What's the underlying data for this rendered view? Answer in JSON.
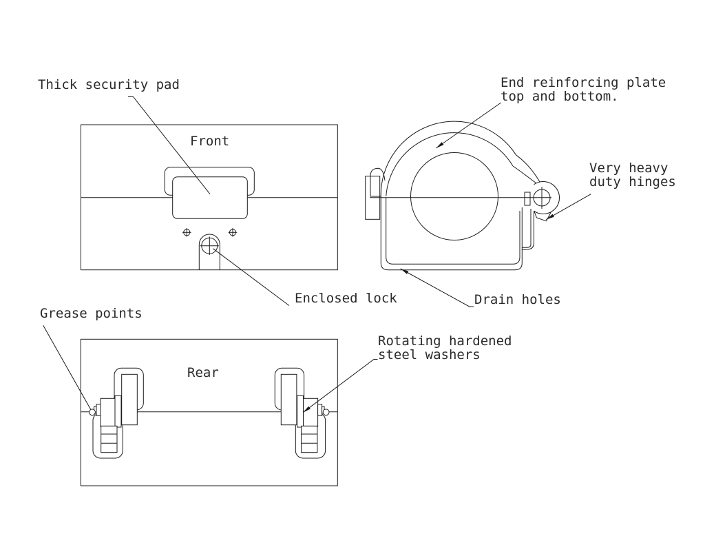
{
  "page": {
    "type": "technical-line-drawing",
    "subject": "security lock device - three orthographic views",
    "colors": {
      "background": "#ffffff",
      "line": "#1c1c1c",
      "text": "#2a2a2a"
    }
  },
  "views": {
    "front": {
      "caption": "Front"
    },
    "rear": {
      "caption": "Rear"
    },
    "side": {
      "caption": ""
    }
  },
  "annotations": {
    "security_pad": "Thick security pad",
    "end_plate_line1": "End reinforcing plate",
    "end_plate_line2": "top and bottom.",
    "hinges_line1": "Very heavy",
    "hinges_line2": "duty hinges",
    "enclosed_lock": "Enclosed lock",
    "drain_holes": "Drain holes",
    "grease_points": "Grease points",
    "washers_line1": "Rotating hardened",
    "washers_line2": "steel washers"
  }
}
